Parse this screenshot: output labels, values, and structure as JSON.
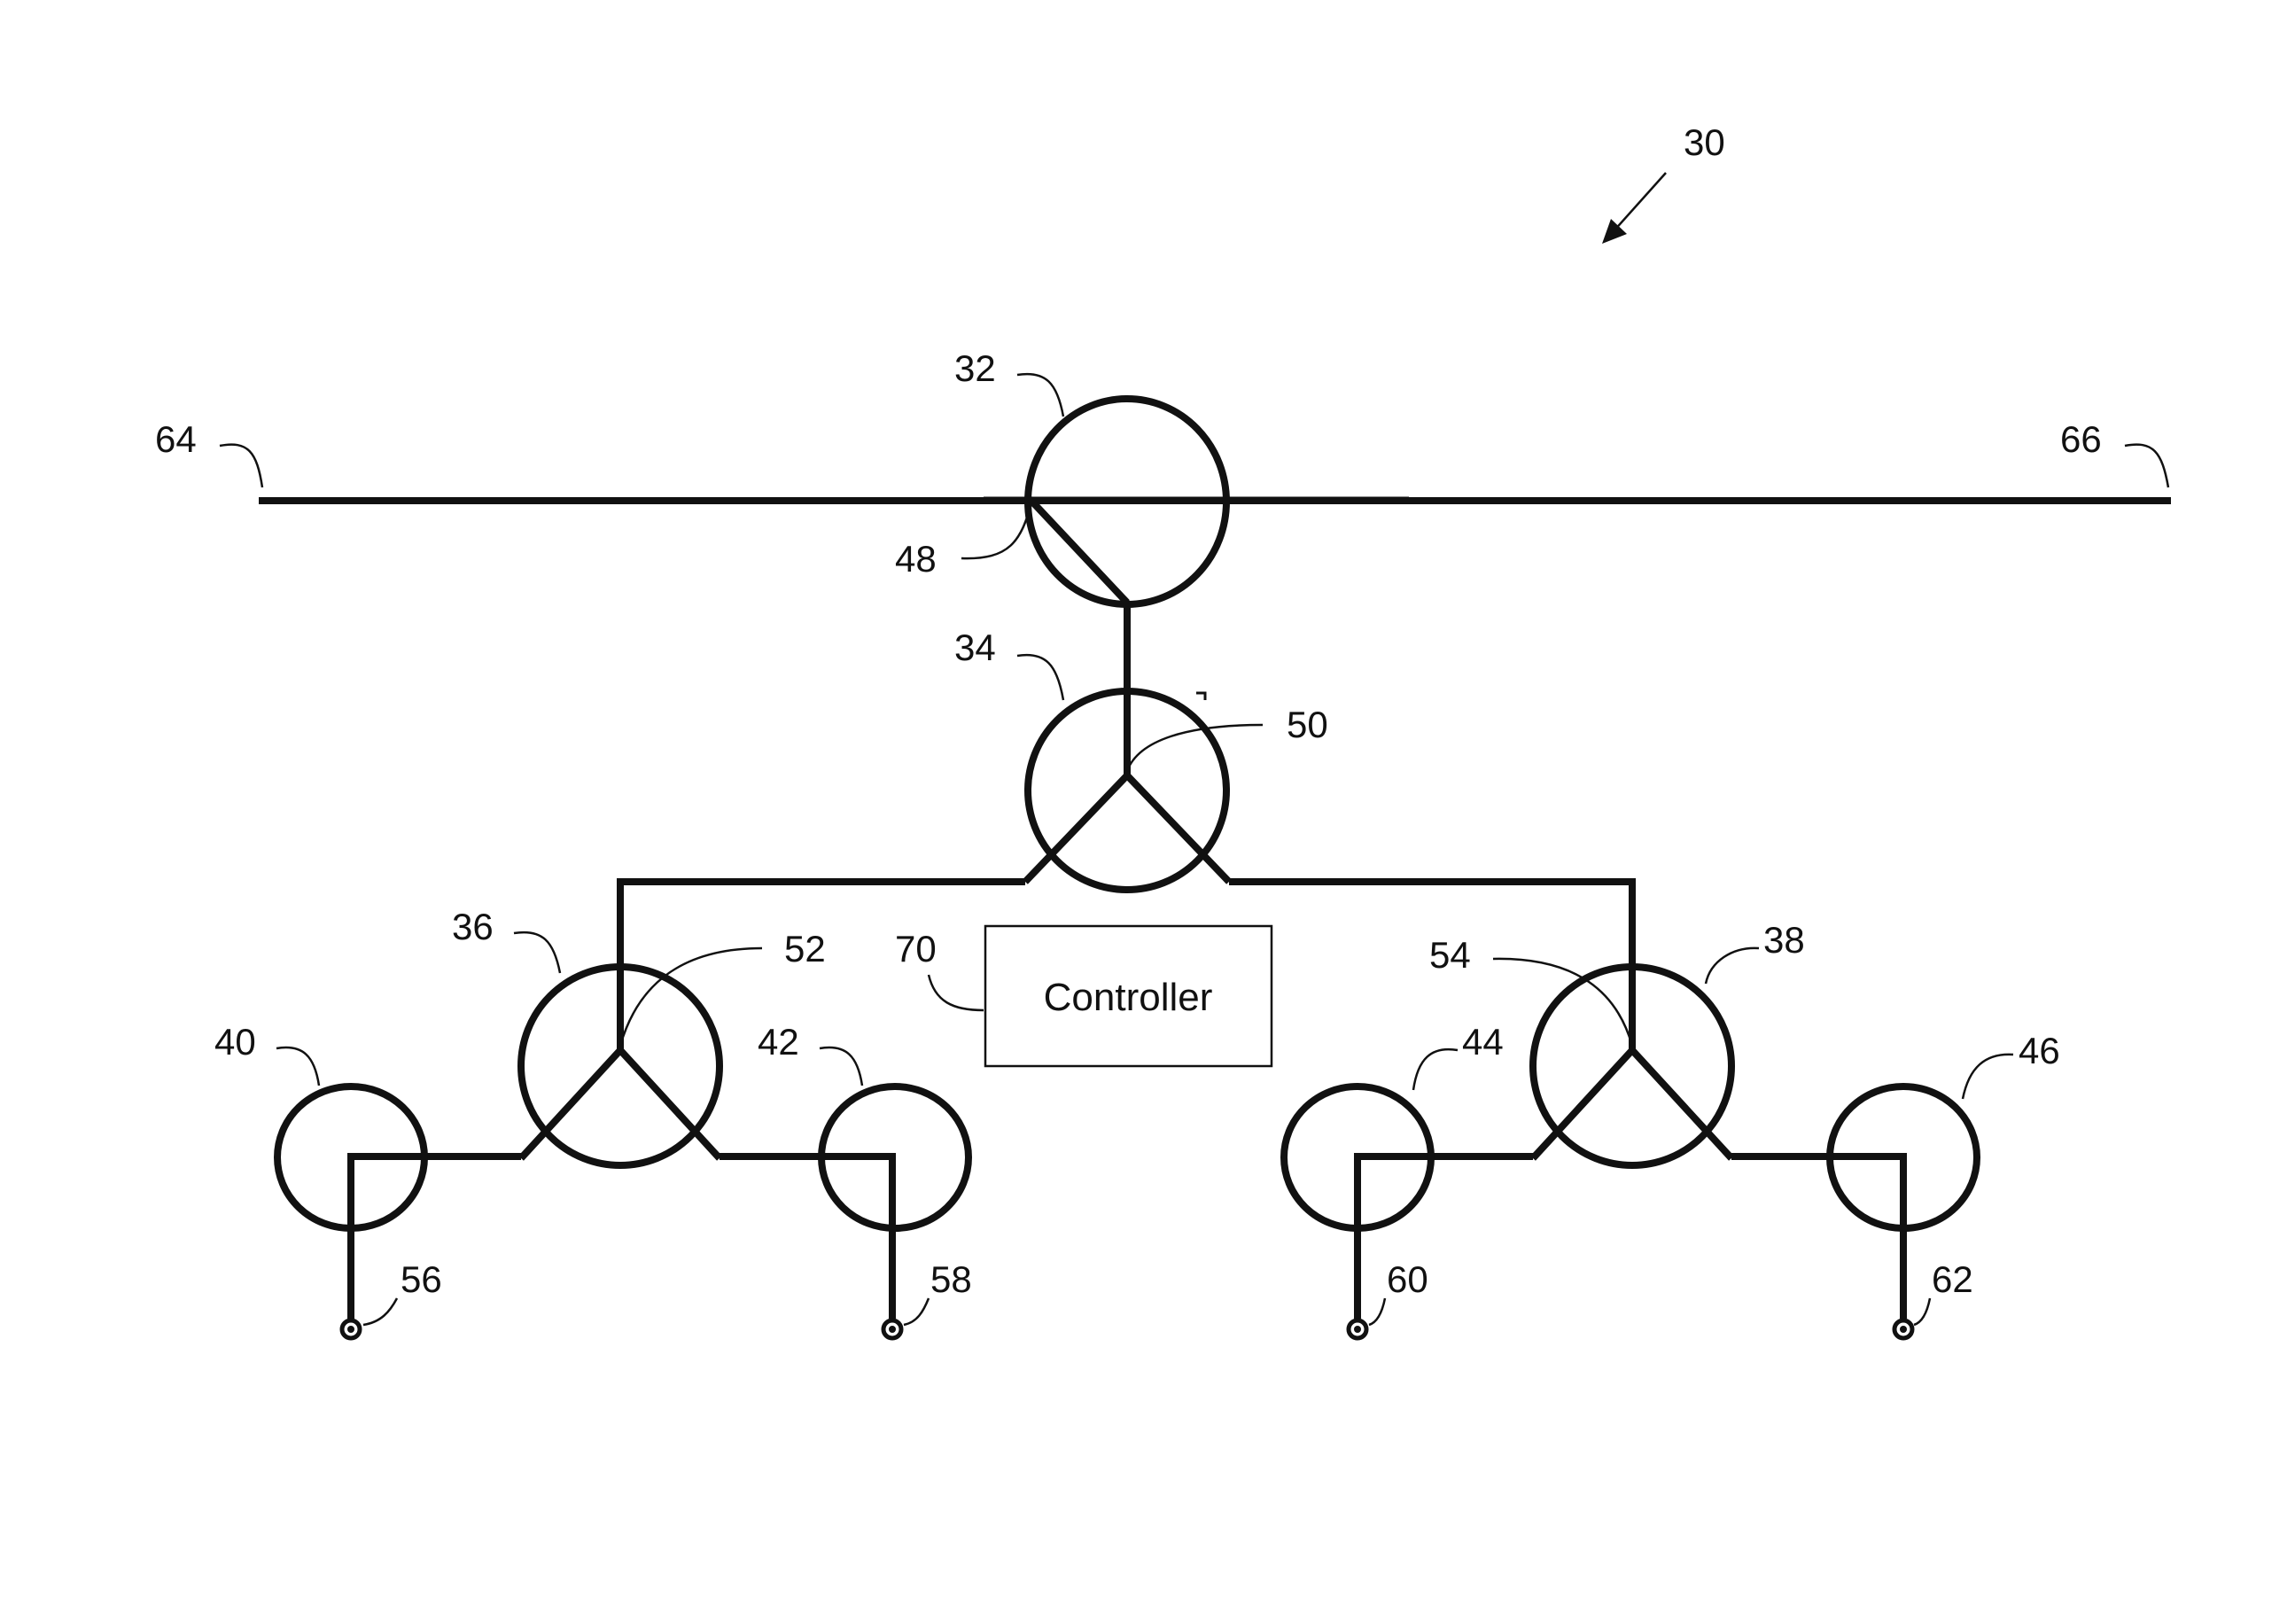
{
  "figure_ref": "30",
  "controller": {
    "label": "Controller",
    "ref": "70"
  },
  "bus": {
    "left_ref": "64",
    "right_ref": "66"
  },
  "valves": {
    "v32": {
      "ref": "32",
      "node_ref": "48"
    },
    "v34": {
      "ref": "34",
      "node_ref": "50"
    },
    "v36": {
      "ref": "36",
      "node_ref": "52"
    },
    "v38": {
      "ref": "38",
      "node_ref": "54"
    },
    "v40": {
      "ref": "40"
    },
    "v42": {
      "ref": "42"
    },
    "v44": {
      "ref": "44"
    },
    "v46": {
      "ref": "46"
    }
  },
  "outlets": {
    "o56": {
      "ref": "56"
    },
    "o58": {
      "ref": "58"
    },
    "o60": {
      "ref": "60"
    },
    "o62": {
      "ref": "62"
    }
  }
}
